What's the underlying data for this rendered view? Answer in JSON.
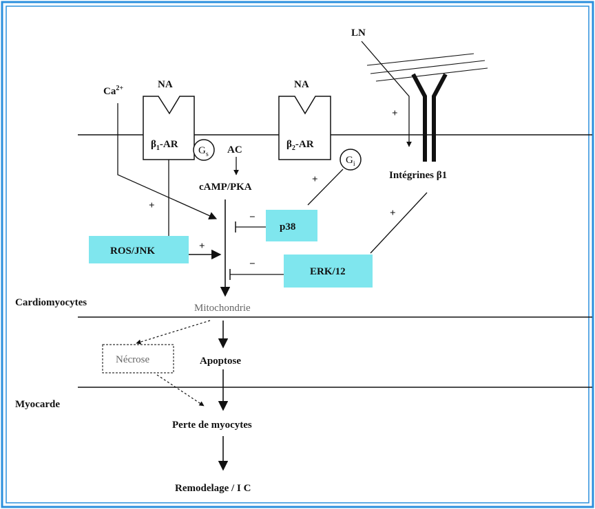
{
  "colors": {
    "frame": "#2a8fdc",
    "box_fill": "#7fe6ee",
    "line": "#111111",
    "muted_text": "#666666"
  },
  "labels": {
    "ca": "Ca",
    "ca_sup": "2+",
    "na1": "NA",
    "na2": "NA",
    "ln": "LN",
    "b1_beta": "β",
    "b1_sub": "1",
    "b1_ar": "-AR",
    "b2_beta": "β",
    "b2_sub": "2",
    "b2_ar": "-AR",
    "gs_g": "G",
    "gs_sub": "s",
    "gi_g": "G",
    "gi_sub": "i",
    "ac": "AC",
    "camp": "cAMP/PKA",
    "integrines": "Intégrines β1",
    "ros_jnk": "ROS/JNK",
    "p38": "p38",
    "erk": "ERK/12",
    "mitochondrie": "Mitochondrie",
    "cardiomyocytes": "Cardiomyocytes",
    "myocarde": "Myocarde",
    "necrose": "Nécrose",
    "apoptose": "Apoptose",
    "perte": "Perte de myocytes",
    "remodelage": "Remodelage / I C",
    "plus": "+",
    "minus": "−"
  }
}
